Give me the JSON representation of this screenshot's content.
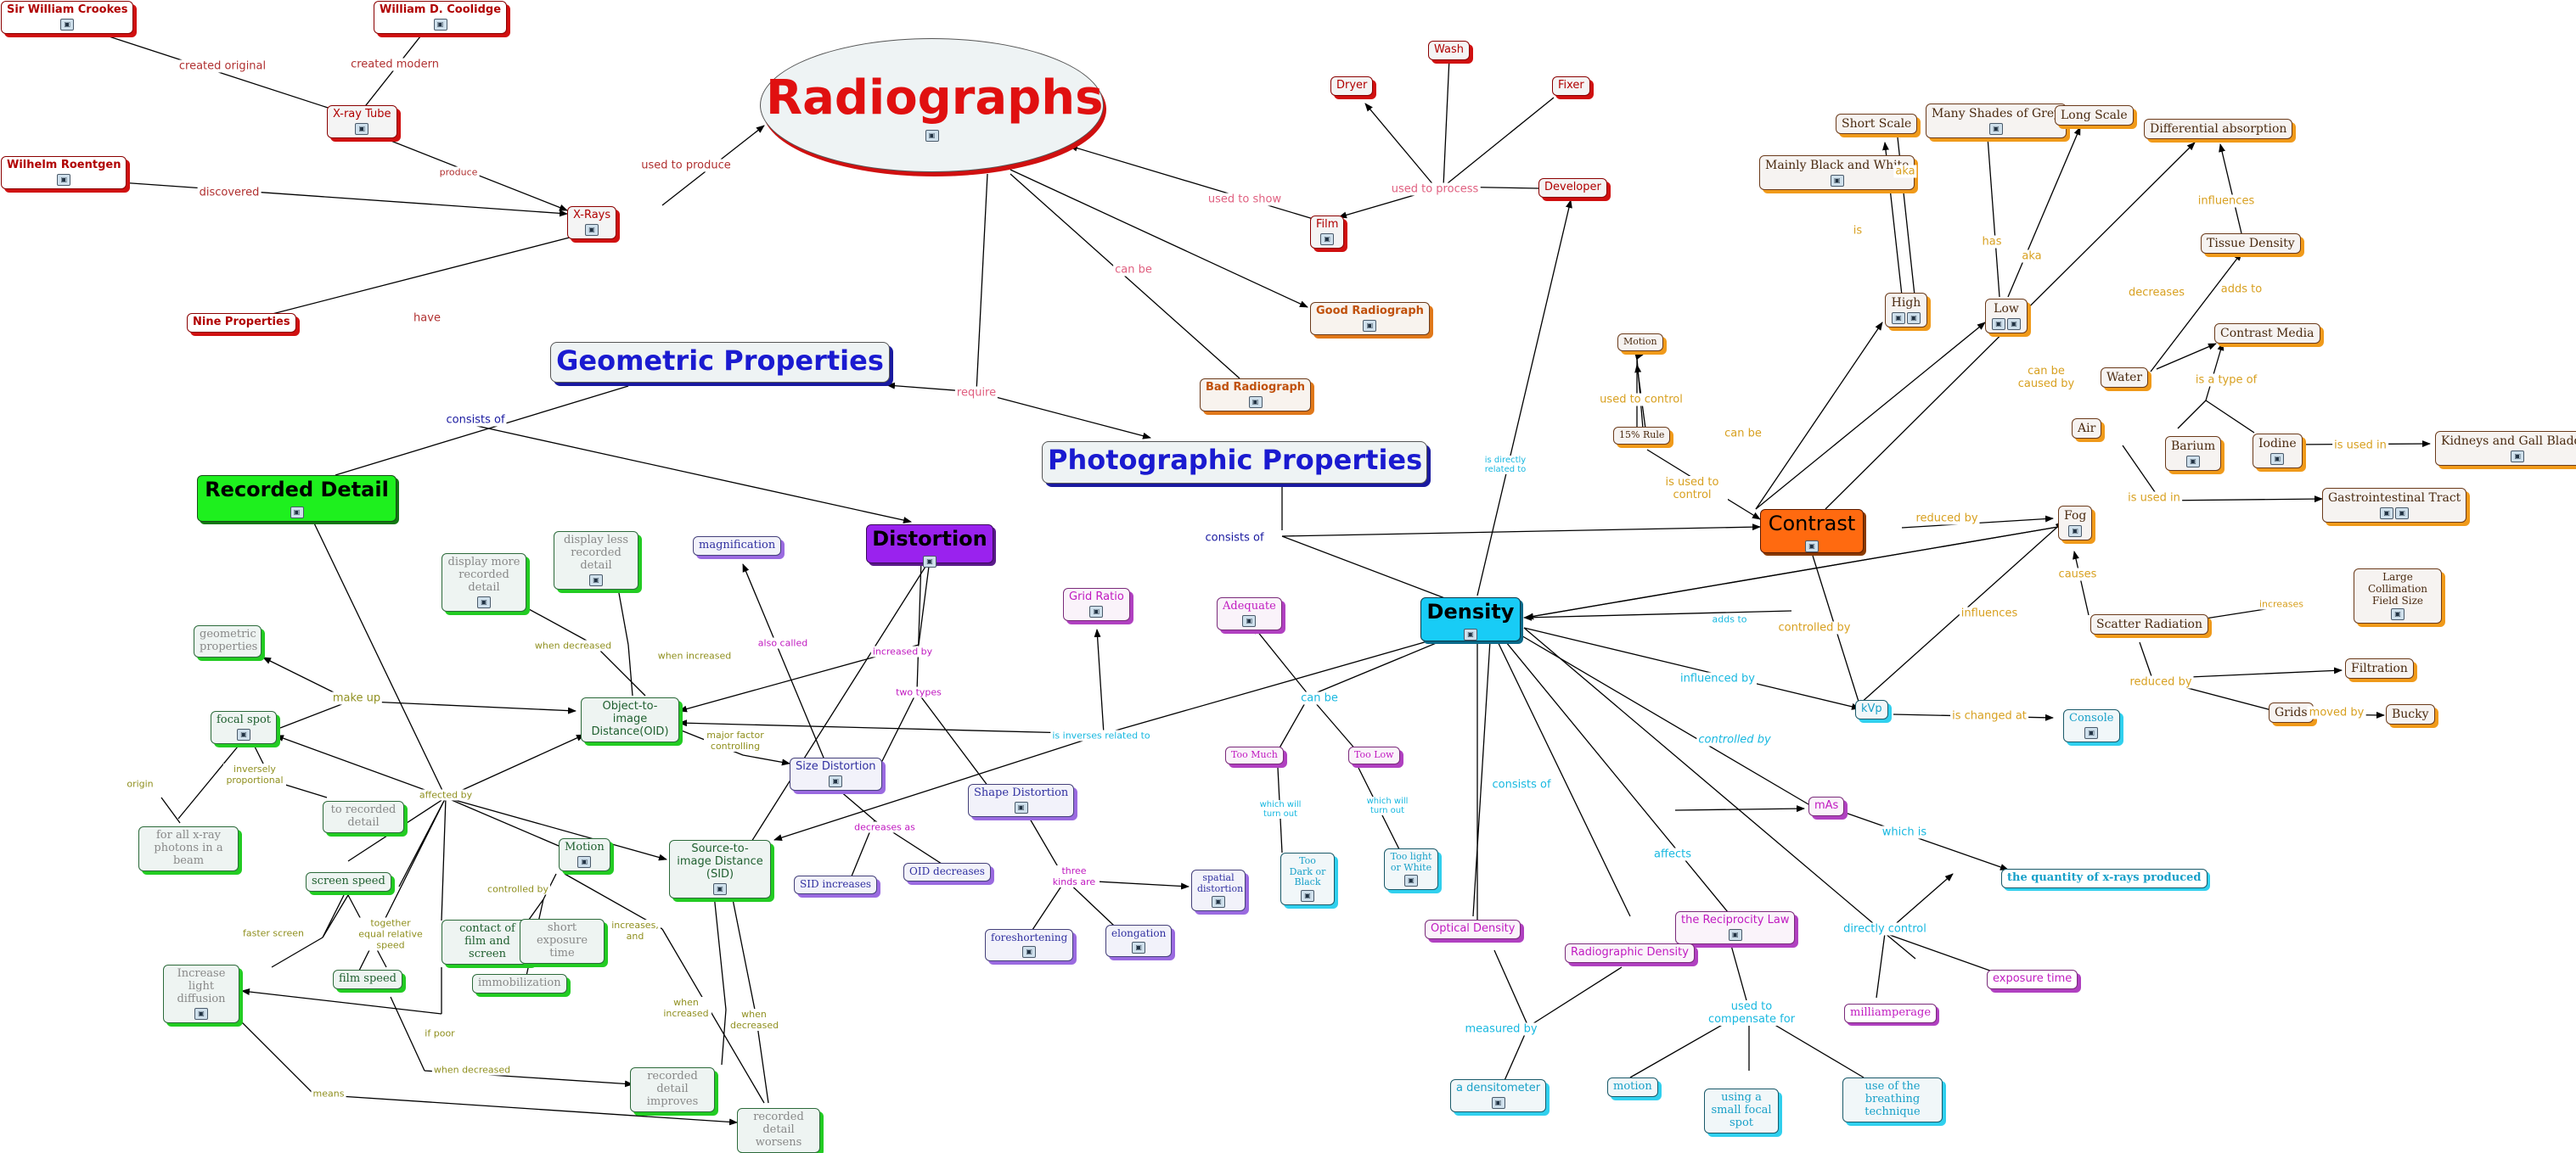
{
  "nodes": {
    "radiographs": "Radiographs",
    "geometric_properties": "Geometric Properties",
    "photographic_properties": "Photographic Properties",
    "recorded_detail": "Recorded Detail",
    "distortion": "Distortion",
    "density": "Density",
    "contrast": "Contrast",
    "sir_william_crookes": "Sir William Crookes",
    "william_coolidge": "William D. Coolidge",
    "xray_tube": "X-ray Tube",
    "wilhelm_roentgen": "Wilhelm Roentgen",
    "xrays": "X-Rays",
    "nine_properties": "Nine Properties",
    "wash": "Wash",
    "dryer": "Dryer",
    "fixer": "Fixer",
    "developer": "Developer",
    "film": "Film",
    "good_radiograph": "Good Radiograph",
    "bad_radiograph": "Bad Radiograph",
    "short_scale": "Short Scale",
    "many_shades": "Many Shades of Grey",
    "long_scale": "Long Scale",
    "mainly_bw": "Mainly Black and White",
    "high": "High",
    "low": "Low",
    "differential_absorption": "Differential absorption",
    "tissue_density": "Tissue Density",
    "contrast_media": "Contrast Media",
    "water": "Water",
    "air": "Air",
    "barium": "Barium",
    "iodine": "Iodine",
    "kidneys": "Kidneys and Gall Bladder",
    "gi_tract": "Gastrointestinal Tract",
    "fog": "Fog",
    "large_collimation": "Large Collimation Field Size",
    "scatter_radiation": "Scatter Radiation",
    "filtration": "Filtration",
    "grids": "Grids",
    "bucky": "Bucky",
    "motion_top": "Motion",
    "fifteen_rule": "15% Rule",
    "kvp": "kVp",
    "console": "Console",
    "mas": "mAs",
    "quantity_xrays": "the quantity of x-rays produced",
    "milliamperage": "milliamperage",
    "exposure_time": "exposure time",
    "reciprocity_law": "the Reciprocity Law",
    "radiographic_density": "Radiographic Density",
    "optical_density": "Optical Density",
    "densitometer": "a densitometer",
    "motion_cyan": "motion",
    "small_focal_spot": "using a small focal spot",
    "breathing_technique": "use of the breathing technique",
    "adequate": "Adequate",
    "too_much": "Too Much",
    "too_low": "Too Low",
    "too_dark": "Too Dark or Black",
    "too_light": "Too light or White",
    "grid_ratio": "Grid Ratio",
    "magnification": "magnification",
    "size_distortion": "Size Distortion",
    "shape_distortion": "Shape Distortion",
    "sid_increases": "SID increases",
    "oid_decreases": "OID decreases",
    "foreshortening": "foreshortening",
    "elongation": "elongation",
    "spatial_distortion": "spatial distortion",
    "display_more": "display more recorded detail",
    "display_less": "display less recorded detail",
    "oid": "Object-to-image Distance(OID)",
    "geometric_props_small": "geometric properties",
    "focal_spot": "focal spot",
    "to_recorded_detail": "to recorded detail",
    "for_all_xray": "for all x-ray photons in a beam",
    "motion_green": "Motion",
    "sid": "Source-to-image Distance (SID)",
    "screen_speed": "screen speed",
    "contact": "contact of film and screen",
    "short_exposure": "short exposure time",
    "immobilization": "immobilization",
    "film_speed": "film speed",
    "increase_light": "Increase light diffusion",
    "detail_improves": "recorded detail improves",
    "detail_worsens": "recorded detail worsens"
  },
  "edge_labels": {
    "created_original": "created original",
    "created_modern": "created modern",
    "produce": "produce",
    "discovered": "discovered",
    "have": "have",
    "used_to_produce": "used to produce",
    "used_to_show": "used to show",
    "used_to_process": "used to process",
    "can_be": "can be",
    "require": "require",
    "consists_of_geo": "consists of",
    "consists_of_photo": "consists of",
    "is_directly_related": "is directly related to",
    "can_be_contrast": "can be",
    "is": "is",
    "aka1": "aka",
    "has": "has",
    "aka2": "aka",
    "can_be_caused_by": "can be caused by",
    "influences": "influences",
    "adds_to": "adds to",
    "decreases": "decreases",
    "is_a_type_of": "is a type of",
    "is_used_in_iodine": "is used in",
    "is_used_in": "is used in",
    "reduced_by": "reduced by",
    "causes": "causes",
    "increases": "increases",
    "reduced_by_scatter": "reduced by",
    "moved_by": "moved by",
    "used_to_control": "used to control",
    "is_used_to_control": "is used to control",
    "adds_to_fog": "adds to",
    "controlled_by_kvp": "controlled by",
    "influences_kvp": "influences",
    "influenced_by": "influenced by",
    "is_changed_at": "is changed at",
    "controlled_by_mas": "controlled by",
    "which_is": "which is",
    "affects": "affects",
    "directly_control": "directly control",
    "consists_of_density": "consists of",
    "measured_by": "measured by",
    "used_to_compensate": "used to compensate for",
    "can_be_density": "can be",
    "which_will_turn_out_1": "which will turn out",
    "which_will_turn_out_2": "which will turn out",
    "is_inverses_related": "is inverses related to",
    "also_called": "also called",
    "increased_by": "increased by",
    "two_types": "two types",
    "decreases_as": "decreases as",
    "three_kinds": "three kinds are",
    "when_decreased_oid": "when decreased",
    "when_increased_oid": "when increased",
    "make_up": "make up",
    "major_factor": "major factor controlling",
    "affected_by": "affected by",
    "inversely_proportional": "inversely proportional",
    "origin": "origin",
    "controlled_by_motion": "controlled by",
    "increases_and": "increases, and",
    "faster_screen": "faster screen",
    "together_equal": "together equal relative speed",
    "when_increased_sid": "when increased",
    "when_decreased_sid": "when decreased",
    "if_poor": "if poor",
    "when_decreased_film": "when decreased",
    "means": "means"
  },
  "colors": {
    "red": "#d01010",
    "orange": "#e08a1a",
    "green": "#22cc22",
    "purple": "#9a6ae0",
    "pink": "#c01ac0",
    "cyan": "#18b8e0",
    "navy": "#1a1aa0"
  }
}
